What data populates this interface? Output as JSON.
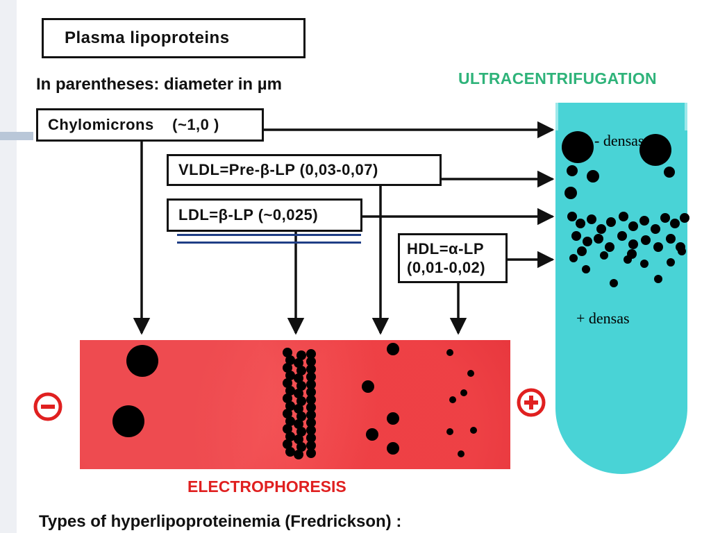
{
  "title": "Plasma lipoproteins",
  "subtitle": "In parentheses: diameter in µm",
  "lipoproteins": {
    "chylomicrons": "Chylomicrons    (~1,0 )",
    "vldl": "VLDL=Pre-β-LP (0,03-0,07)",
    "ldl": "LDL=β-LP (~0,025)",
    "hdl_line1": "HDL=α-LP",
    "hdl_line2": "(0,01-0,02)"
  },
  "ultracentrifugation": {
    "title": "ULTRACENTRIFUGATION",
    "less_dense_label": "- densas",
    "more_dense_label": "+ densas"
  },
  "electrophoresis": {
    "title": "ELECTROPHORESIS",
    "negative_symbol": "−",
    "positive_symbol": "+"
  },
  "footer": "Types of hyperlipoproteinemia (Fredrickson) :",
  "colors": {
    "ultracentrifugation_title": "#2fb37a",
    "electrophoresis_title": "#e02020",
    "tube_fill": "#49d3d6",
    "gel_fill": "#e5333a",
    "particle": "#000000"
  }
}
